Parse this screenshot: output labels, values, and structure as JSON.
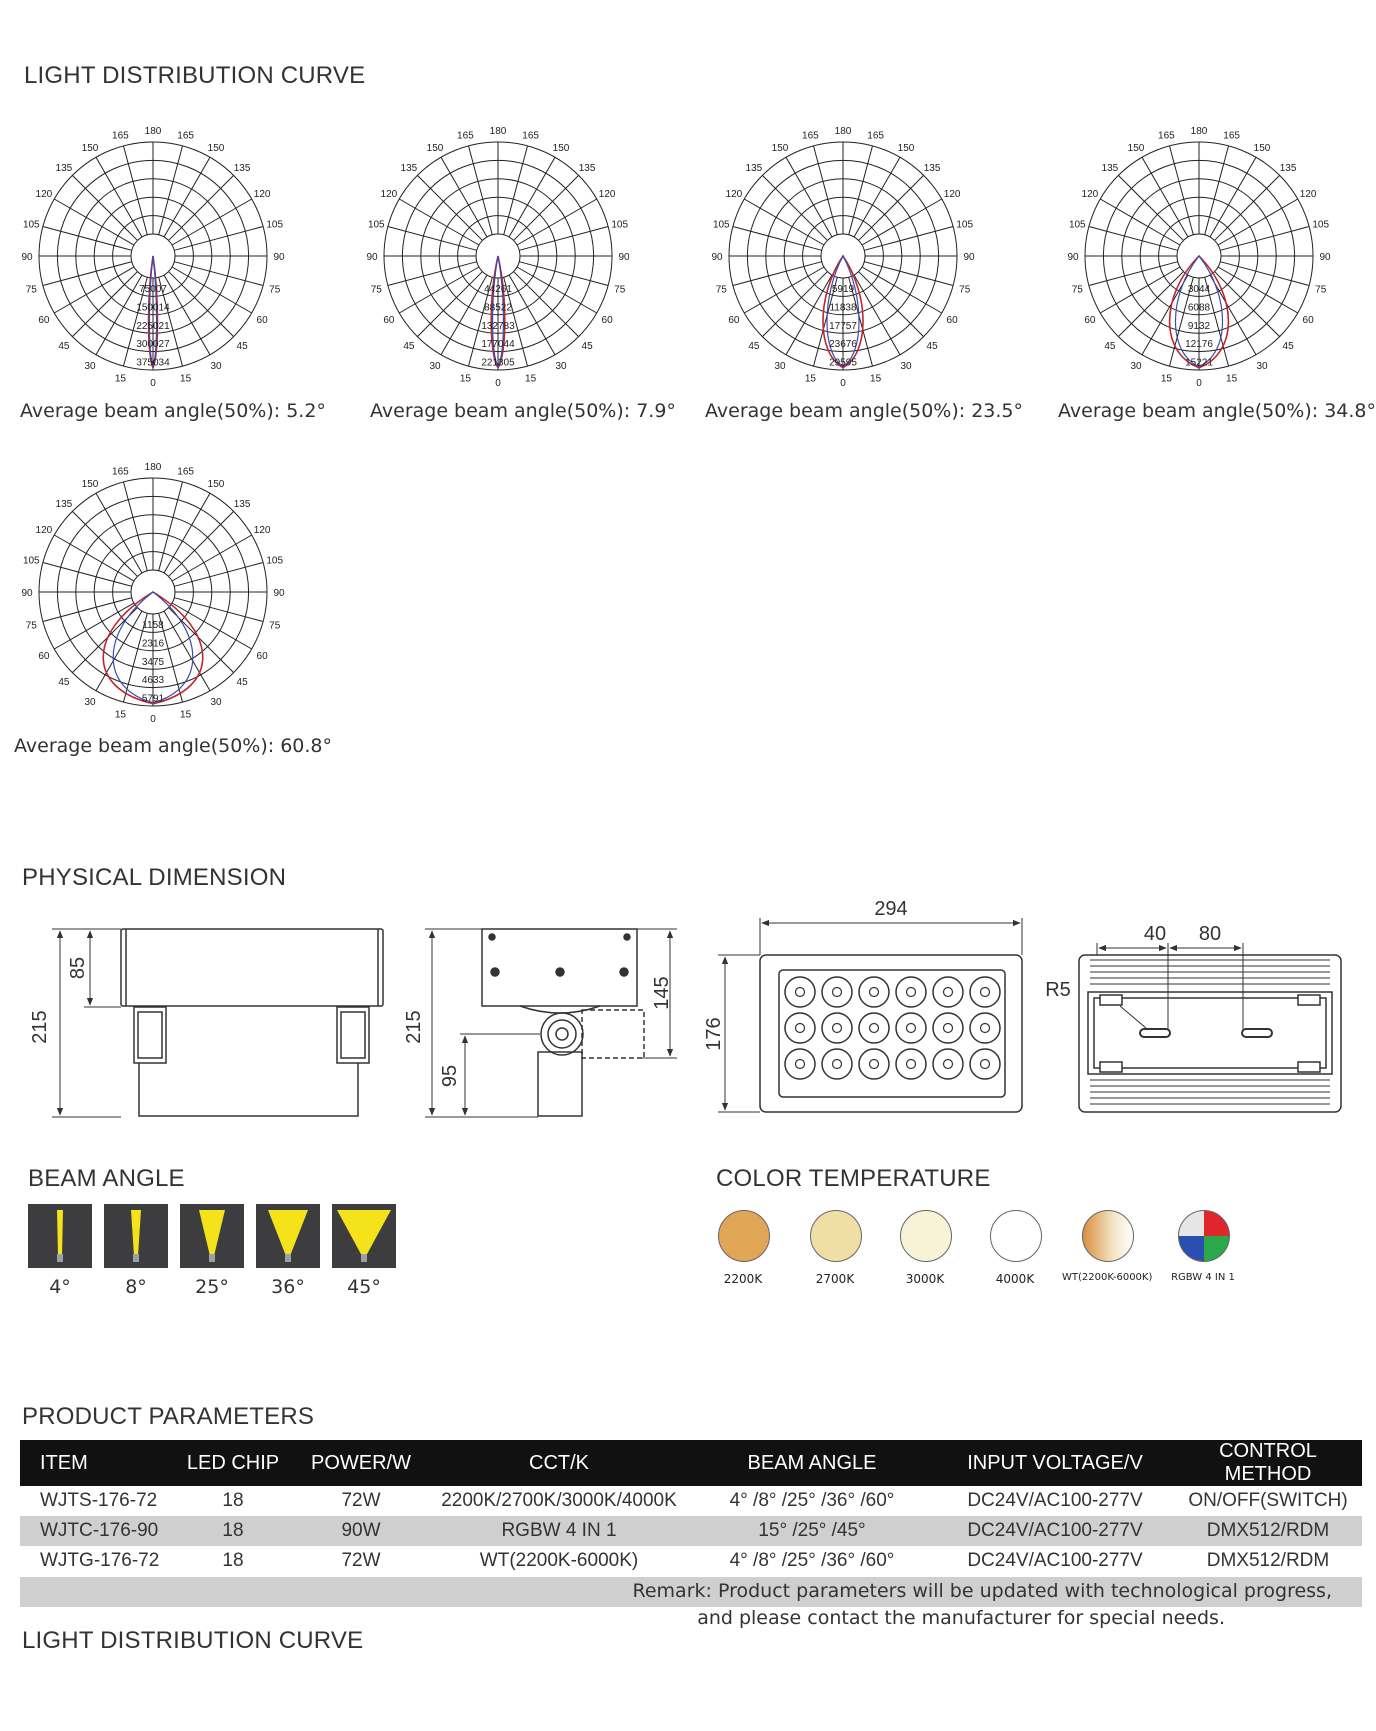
{
  "sections": {
    "light_curve": "LIGHT DISTRIBUTION CURVE",
    "physical": "PHYSICAL DIMENSION",
    "beam": "BEAM ANGLE",
    "color": "COLOR TEMPERATURE",
    "params": "PRODUCT PARAMETERS",
    "light_curve_2": "LIGHT DISTRIBUTION CURVE"
  },
  "polar_angle_labels": [
    "180",
    "165",
    "165",
    "150",
    "150",
    "135",
    "135",
    "120",
    "120",
    "105",
    "105",
    "90",
    "90",
    "75",
    "75",
    "60",
    "60",
    "45",
    "45",
    "30",
    "30",
    "15",
    "15",
    "0"
  ],
  "chart_data": [
    {
      "type": "polar",
      "caption": "Average beam angle(50%): 5.2°",
      "ring_labels": [
        "75007",
        "150014",
        "225021",
        "300027",
        "375034"
      ],
      "beam_width": 5.2
    },
    {
      "type": "polar",
      "caption": "Average beam angle(50%): 7.9°",
      "ring_labels": [
        "44261",
        "88522",
        "132783",
        "177044",
        "221305"
      ],
      "beam_width": 7.9
    },
    {
      "type": "polar",
      "caption": "Average beam angle(50%): 23.5°",
      "ring_labels": [
        "5919",
        "11838",
        "17757",
        "23676",
        "29595"
      ],
      "beam_width": 23.5
    },
    {
      "type": "polar",
      "caption": "Average beam angle(50%): 34.8°",
      "ring_labels": [
        "3044",
        "6088",
        "9132",
        "12176",
        "15221"
      ],
      "beam_width": 34.8
    },
    {
      "type": "polar",
      "caption": "Average beam angle(50%): 60.8°",
      "ring_labels": [
        "1158",
        "2316",
        "3475",
        "4633",
        "5791"
      ],
      "beam_width": 60.8
    }
  ],
  "dimensions": {
    "side_height": "215",
    "side_top": "85",
    "end_height": "215",
    "end_body": "145",
    "end_bracket": "95",
    "front_width": "294",
    "front_height": "176",
    "back_a": "40",
    "back_b": "80",
    "back_radius": "R5"
  },
  "beam_angles": [
    "4°",
    "8°",
    "25°",
    "36°",
    "45°"
  ],
  "color_temps": [
    {
      "label": "2200K",
      "color": "#e0a656"
    },
    {
      "label": "2700K",
      "color": "#f0dfa5"
    },
    {
      "label": "3000K",
      "color": "#f8f3d6"
    },
    {
      "label": "4000K",
      "color": "#ffffff"
    },
    {
      "label": "WT(2200K-6000K)",
      "color": "gradient"
    },
    {
      "label": "RGBW 4 IN 1",
      "color": "quad"
    }
  ],
  "table": {
    "headers": [
      "ITEM",
      "LED CHIP",
      "POWER/W",
      "CCT/K",
      "BEAM ANGLE",
      "INPUT VOLTAGE/V",
      "CONTROL METHOD"
    ],
    "rows": [
      [
        "WJTS-176-72",
        "18",
        "72W",
        "2200K/2700K/3000K/4000K",
        "4° /8° /25° /36° /60°",
        "DC24V/AC100-277V",
        "ON/OFF(SWITCH)"
      ],
      [
        "WJTC-176-90",
        "18",
        "90W",
        "RGBW 4 IN 1",
        "15° /25° /45°",
        "DC24V/AC100-277V",
        "DMX512/RDM"
      ],
      [
        "WJTG-176-72",
        "18",
        "72W",
        "WT(2200K-6000K)",
        "4° /8° /25° /36° /60°",
        "DC24V/AC100-277V",
        "DMX512/RDM"
      ]
    ]
  },
  "remark": {
    "line1": "Remark: Product parameters will be updated with technological progress,",
    "line2": "and please contact the manufacturer for special needs."
  }
}
